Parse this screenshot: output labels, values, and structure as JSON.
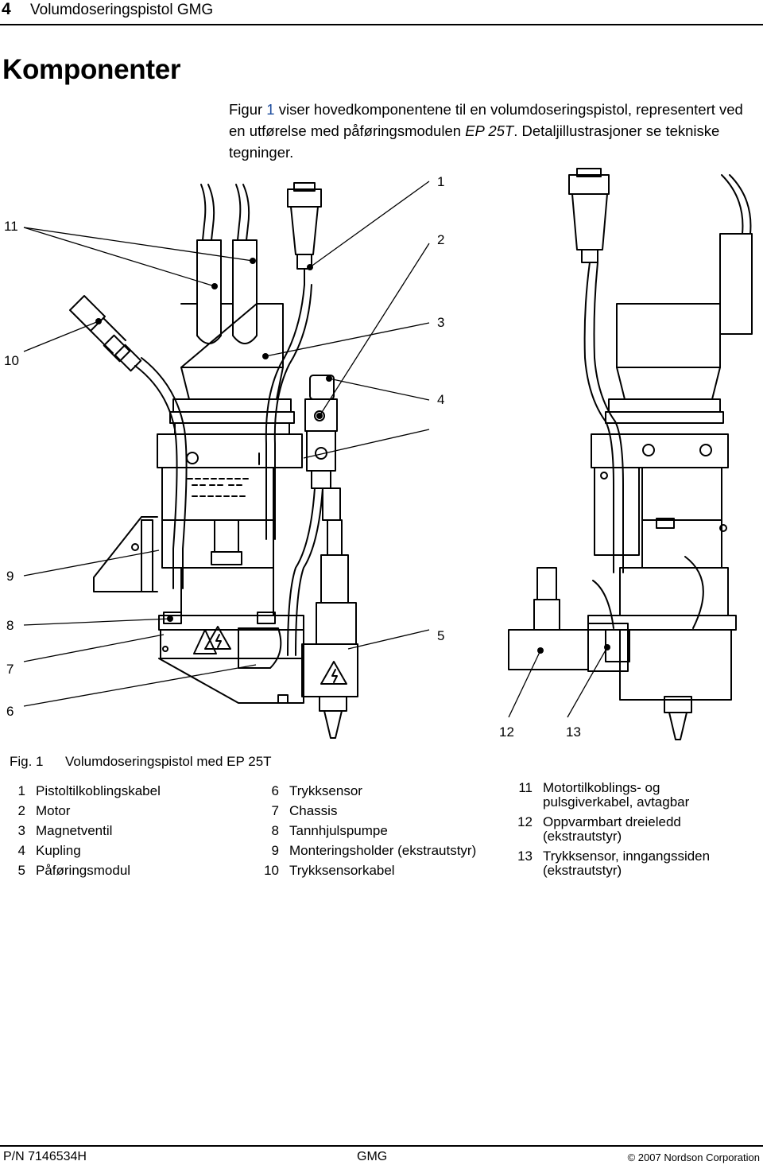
{
  "header": {
    "page_number": "4",
    "running_title": "Volumdoseringspistol GMG"
  },
  "section": {
    "heading": "Komponenter"
  },
  "intro": {
    "part1": "Figur ",
    "fig_ref": "1",
    "part2": " viser hovedkomponentene til en volumdoseringspistol, representert ved en utførelse med påføringsmodulen ",
    "module": "EP 25T",
    "part3": ". Detaljillustrasjoner se tekniske tegninger."
  },
  "figure": {
    "callouts": [
      "1",
      "2",
      "3",
      "4",
      "5",
      "6",
      "7",
      "8",
      "9",
      "10",
      "11",
      "12",
      "13"
    ],
    "caption_ref": "Fig. 1",
    "caption_text": "Volumdoseringspistol med EP 25T"
  },
  "legend": {
    "col1": [
      {
        "num": "1",
        "text": "Pistoltilkoblingskabel"
      },
      {
        "num": "2",
        "text": "Motor"
      },
      {
        "num": "3",
        "text": "Magnetventil"
      },
      {
        "num": "4",
        "text": "Kupling"
      },
      {
        "num": "5",
        "text": "Påføringsmodul"
      }
    ],
    "col2": [
      {
        "num": "6",
        "text": "Trykksensor"
      },
      {
        "num": "7",
        "text": "Chassis"
      },
      {
        "num": "8",
        "text": "Tannhjulspumpe"
      },
      {
        "num": "9",
        "text": "Monteringsholder (ekstrautstyr)"
      },
      {
        "num": "10",
        "text": "Trykksensorkabel"
      }
    ],
    "col3": [
      {
        "num": "11",
        "line1": "Motortilkoblings- og",
        "line2": "pulsgiverkabel, avtagbar"
      },
      {
        "num": "12",
        "line1": "Oppvarmbart dreieledd",
        "line2": "(ekstrautstyr)"
      },
      {
        "num": "13",
        "line1": "Trykksensor, inngangssiden",
        "line2": "(ekstrautstyr)"
      }
    ]
  },
  "footer": {
    "part_number": "P/N 7146534H",
    "center": "GMG",
    "copyright": "© 2007 Nordson Corporation"
  },
  "colors": {
    "text": "#000000",
    "link": "#1f4e9e",
    "background": "#ffffff"
  }
}
